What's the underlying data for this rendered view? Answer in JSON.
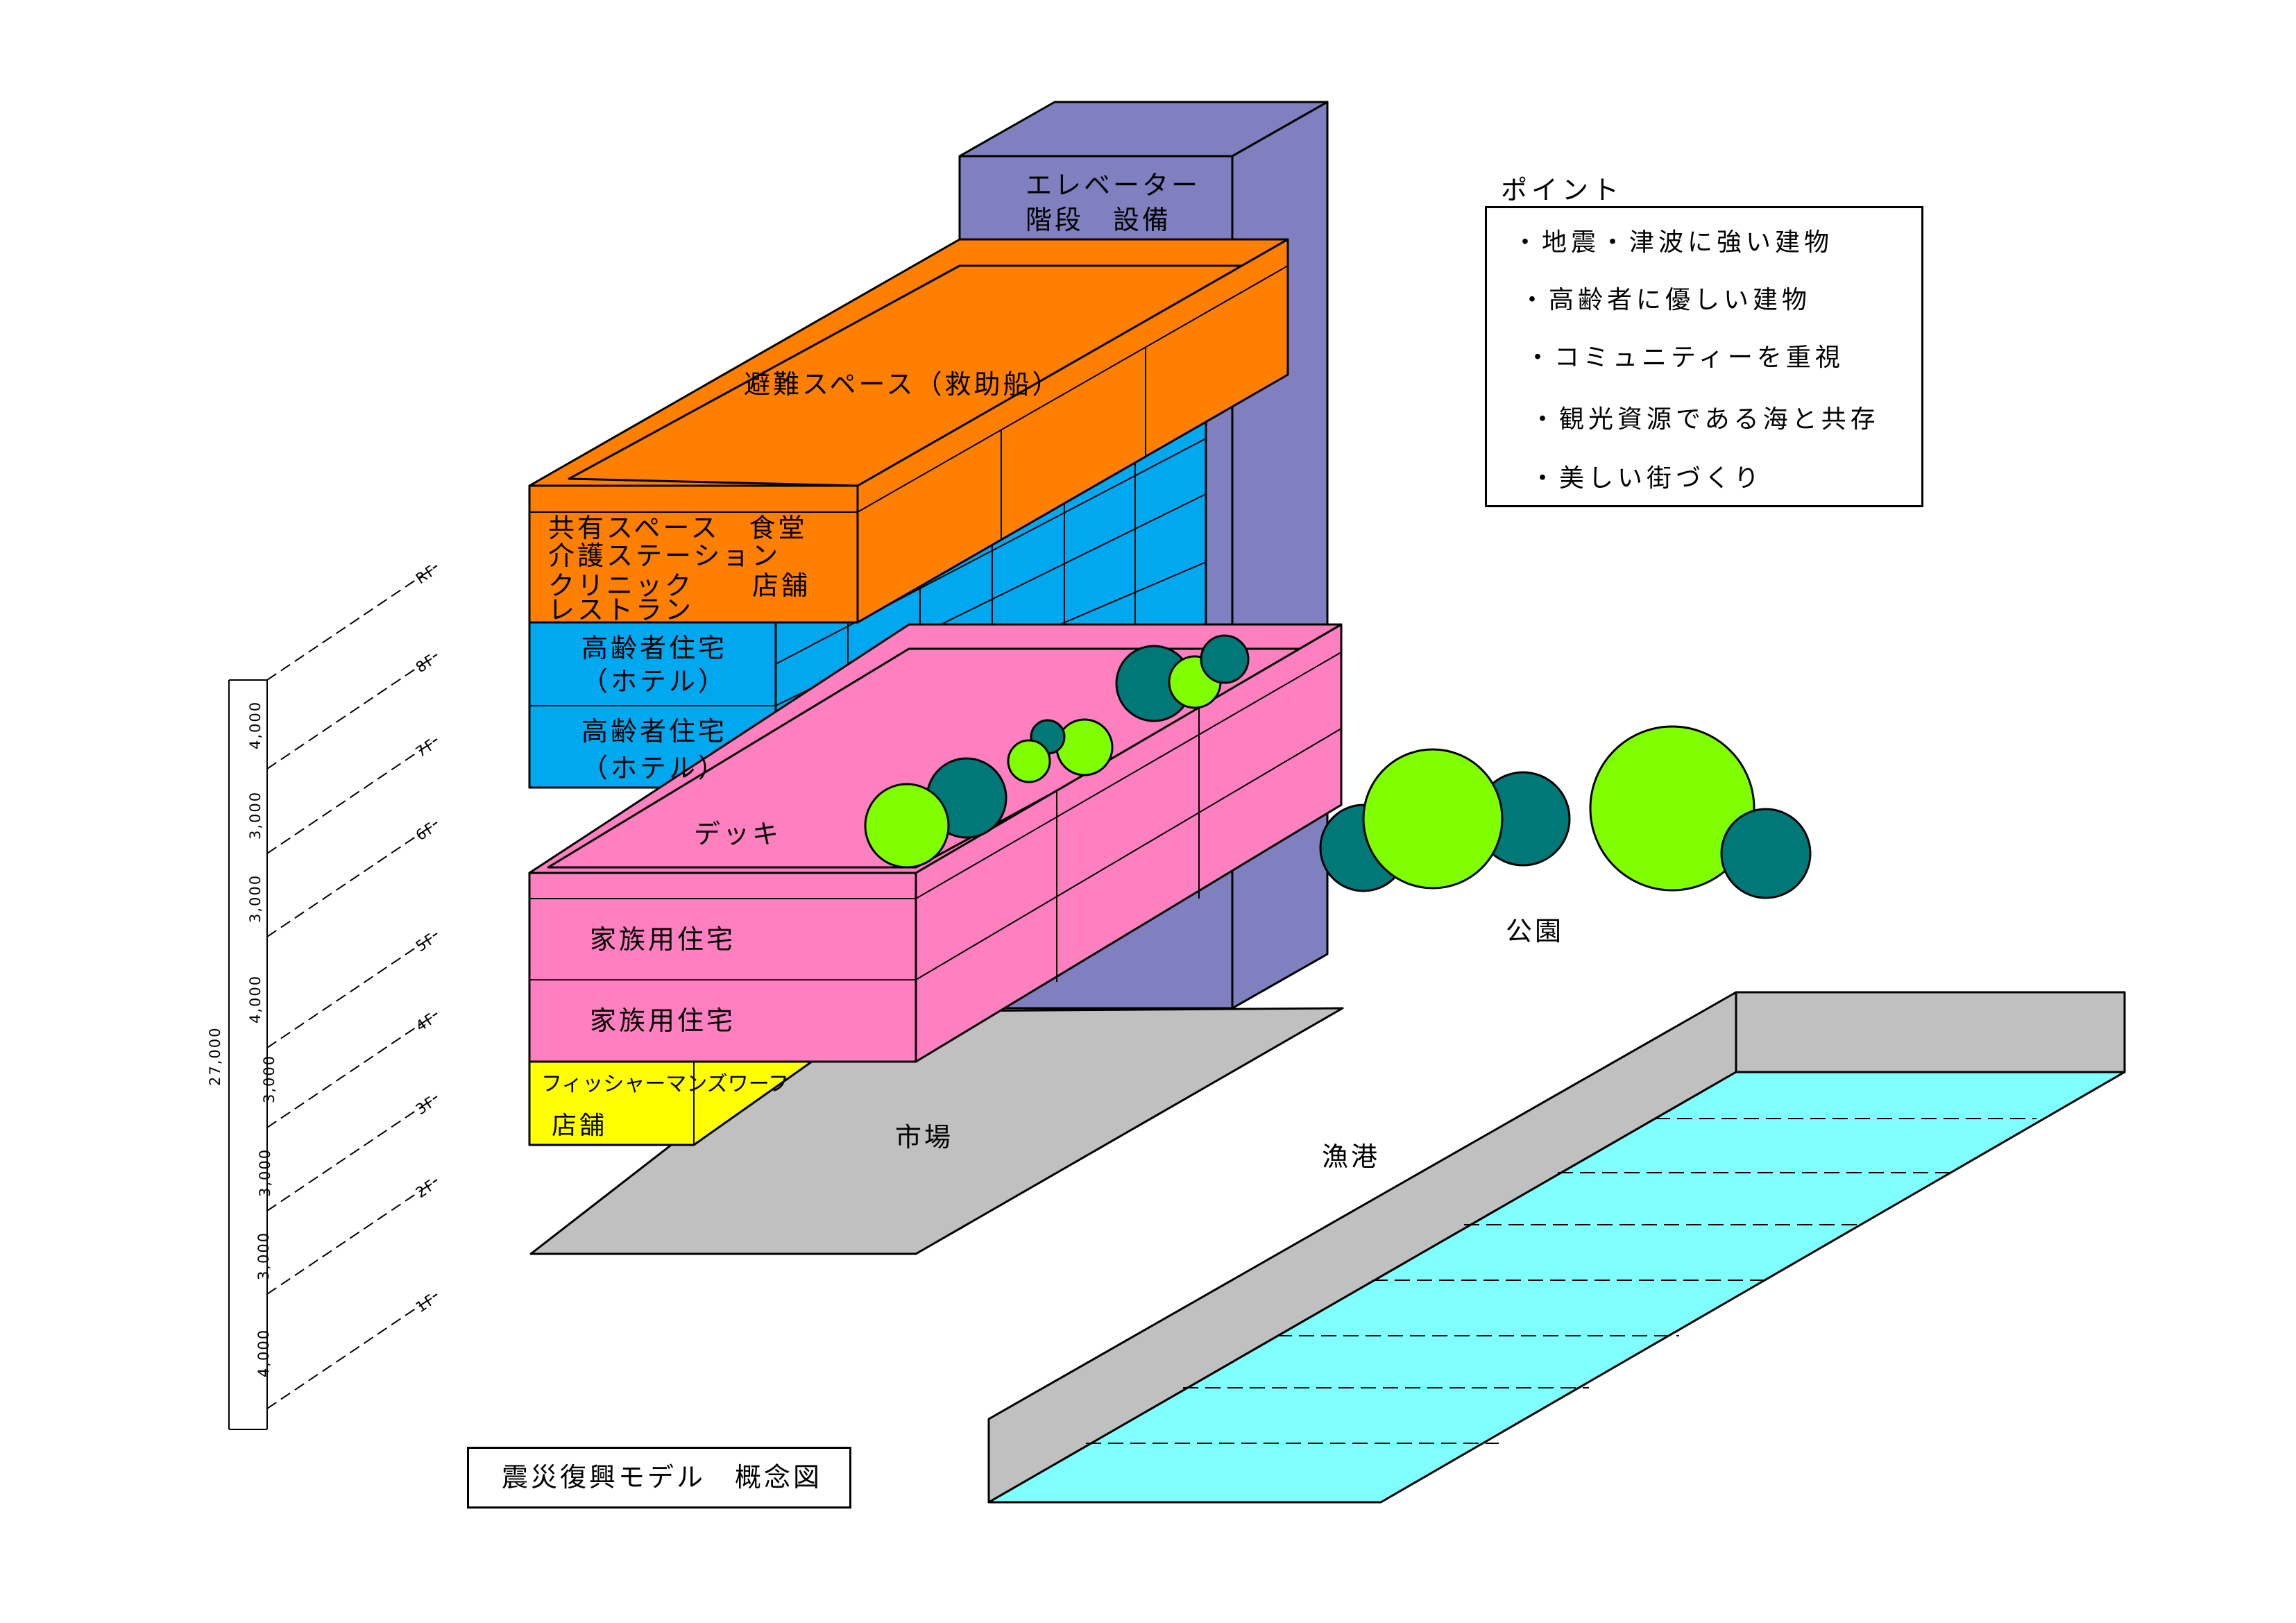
{
  "diagram": {
    "elevator": {
      "line1": "エレベーター",
      "line2": "階段　設備"
    },
    "rooftop": {
      "label": "避難スペース（救助船）"
    },
    "shared": {
      "line1": "共有スペース　食堂",
      "line2": "介護ステーション",
      "line3": "クリニック　　店舗",
      "line4": "レストラン"
    },
    "elderly_upper": {
      "line1": "高齢者住宅",
      "line2": "（ホテル）"
    },
    "elderly_lower": {
      "line1": "高齢者住宅",
      "line2": "（ホテル）"
    },
    "deck": {
      "label": "デッキ"
    },
    "family_upper": {
      "label": "家族用住宅"
    },
    "family_lower": {
      "label": "家族用住宅"
    },
    "shop": {
      "line1": "フィッシャーマンズワーフ",
      "line2": "店舗"
    },
    "market": {
      "label": "市場"
    },
    "park": {
      "label": "公園"
    },
    "harbor": {
      "label": "漁港"
    },
    "title": "震災復興モデル　概念図"
  },
  "points": {
    "heading": "ポイント",
    "items": [
      "・地震・津波に強い建物",
      "・高齢者に優しい建物",
      "・コミュニティーを重視",
      "・観光資源である海と共存",
      "・美しい街づくり"
    ]
  },
  "scale": {
    "total": "27,000",
    "floors": [
      "RF",
      "8F",
      "7F",
      "6F",
      "5F",
      "4F",
      "3F",
      "2F",
      "1F"
    ],
    "heights": [
      "4,000",
      "3,000",
      "3,000",
      "4,000",
      "3,000",
      "3,000",
      "3,000",
      "4,000"
    ]
  },
  "colors": {
    "orange": "#FF7F00",
    "blue": "#00A8F0",
    "pink": "#FF80C0",
    "purple": "#8080C0",
    "yellow": "#FFFF00",
    "gray": "#C0C0C0",
    "water": "#80FFFF",
    "tree_dark": "#007878",
    "tree_light": "#80FF00"
  }
}
